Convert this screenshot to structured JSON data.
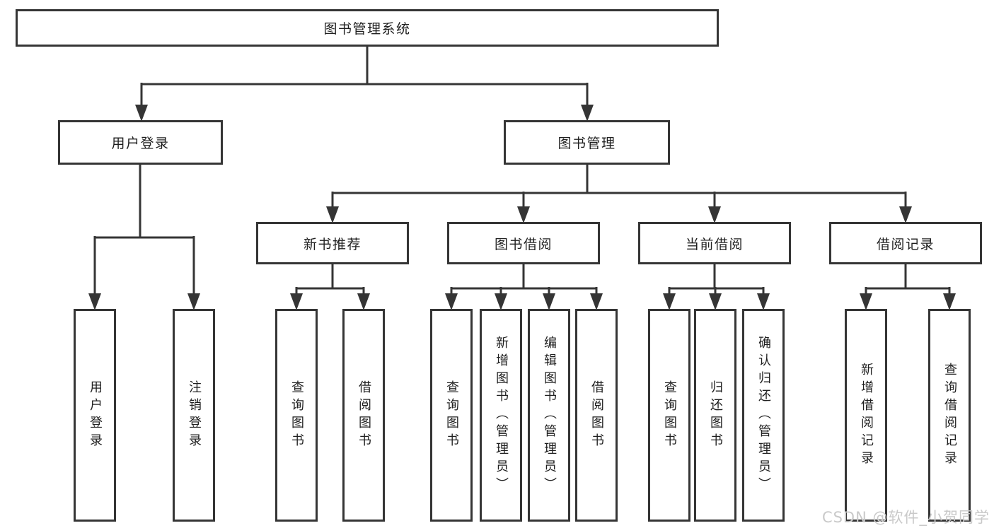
{
  "diagram": {
    "root": {
      "label": "图书管理系统",
      "children": [
        {
          "label": "用户登录",
          "children": [
            {
              "label": "用户登录"
            },
            {
              "label": "注销登录"
            }
          ]
        },
        {
          "label": "图书管理",
          "children": [
            {
              "label": "新书推荐",
              "children": [
                {
                  "label": "查询图书"
                },
                {
                  "label": "借阅图书"
                }
              ]
            },
            {
              "label": "图书借阅",
              "children": [
                {
                  "label": "查询图书"
                },
                {
                  "label": "新增图书（管理员）"
                },
                {
                  "label": "编辑图书（管理员）"
                },
                {
                  "label": "借阅图书"
                }
              ]
            },
            {
              "label": "当前借阅",
              "children": [
                {
                  "label": "查询图书"
                },
                {
                  "label": "归还图书"
                },
                {
                  "label": "确认归还（管理员）"
                }
              ]
            },
            {
              "label": "借阅记录",
              "children": [
                {
                  "label": "新增借阅记录"
                },
                {
                  "label": "查询借阅记录"
                }
              ]
            }
          ]
        }
      ]
    }
  },
  "watermark": {
    "text": "CSDN @软件_小贺同学"
  },
  "colors": {
    "line": "#353535",
    "border": "#353535",
    "text": "#1f1f1f",
    "background": "#ffffff",
    "watermark": "#c9c9c9"
  }
}
